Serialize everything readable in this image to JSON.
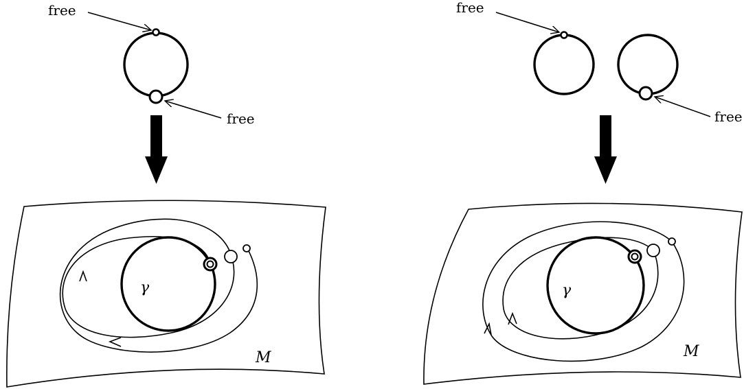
{
  "left": {
    "free_top": "free",
    "free_bottom": "free",
    "curve_label": "γ",
    "manifold_label": "M"
  },
  "right": {
    "free_top": "free",
    "free_bottom": "free",
    "curve_label": "γ",
    "manifold_label": "M"
  }
}
